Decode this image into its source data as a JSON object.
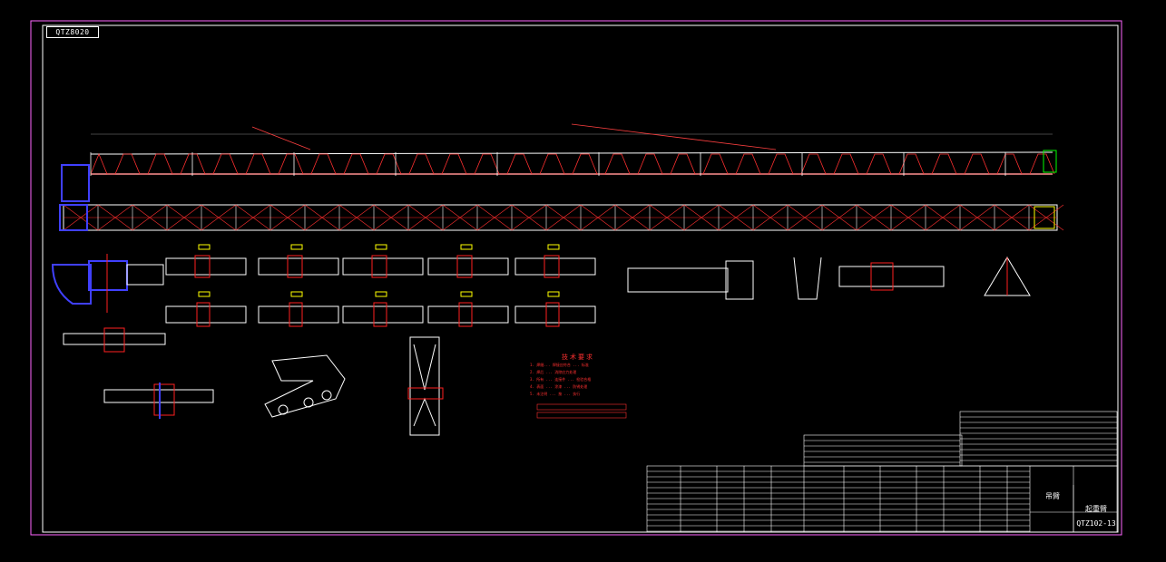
{
  "drawing": {
    "stamp": "QTZ8020",
    "title_block": {
      "part_name": "吊臂",
      "material": "起重臂",
      "code": "QTZ102-13"
    },
    "tech_notes_title": "技术要求",
    "tech_notes": [
      "1. 焊缝... 焊接应符合 ... 标准",
      "2. 焊后 ... 消除应力处理",
      "3. 所有 ... 连接件 ... 检验合格",
      "4. 表面 ... 涂漆 ... 防锈处理",
      "5. 未注明 ... 按 ... 执行"
    ],
    "colors": {
      "background": "#000000",
      "frame": "#ff66ff",
      "lines": "#ffffff",
      "members": "#ff2020",
      "labels": "#ffff00",
      "detail": "#4040ff",
      "accent": "#00ff00"
    }
  }
}
